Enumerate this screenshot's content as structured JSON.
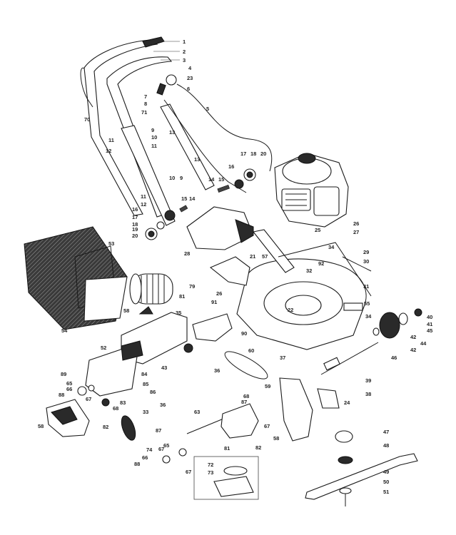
{
  "diagram": {
    "deck_text": "22",
    "warning_label_text": "",
    "callouts": [
      {
        "id": "c1",
        "text": "1"
      },
      {
        "id": "c2",
        "text": "2"
      },
      {
        "id": "c3",
        "text": "3"
      },
      {
        "id": "c4",
        "text": "4"
      },
      {
        "id": "c23",
        "text": "23"
      },
      {
        "id": "c6",
        "text": "6"
      },
      {
        "id": "c7",
        "text": "7"
      },
      {
        "id": "c8",
        "text": "8"
      },
      {
        "id": "c71",
        "text": "71"
      },
      {
        "id": "c5",
        "text": "5"
      },
      {
        "id": "c70",
        "text": "70"
      },
      {
        "id": "c9a",
        "text": "9"
      },
      {
        "id": "c10a",
        "text": "10"
      },
      {
        "id": "c11a",
        "text": "11"
      },
      {
        "id": "c11b",
        "text": "11"
      },
      {
        "id": "c12a",
        "text": "12"
      },
      {
        "id": "c13a",
        "text": "13"
      },
      {
        "id": "c13b",
        "text": "13"
      },
      {
        "id": "c17a",
        "text": "17"
      },
      {
        "id": "c18a",
        "text": "18"
      },
      {
        "id": "c20a",
        "text": "20"
      },
      {
        "id": "c16a",
        "text": "16"
      },
      {
        "id": "c14a",
        "text": "14"
      },
      {
        "id": "c15a",
        "text": "15"
      },
      {
        "id": "c10b",
        "text": "10"
      },
      {
        "id": "c9b",
        "text": "9"
      },
      {
        "id": "c11c",
        "text": "11"
      },
      {
        "id": "c12b",
        "text": "12"
      },
      {
        "id": "c15b",
        "text": "15"
      },
      {
        "id": "c14b",
        "text": "14"
      },
      {
        "id": "c16b",
        "text": "16"
      },
      {
        "id": "c17b",
        "text": "17"
      },
      {
        "id": "c18b",
        "text": "18"
      },
      {
        "id": "c19",
        "text": "19"
      },
      {
        "id": "c20b",
        "text": "20"
      },
      {
        "id": "c28",
        "text": "28"
      },
      {
        "id": "c25",
        "text": "25"
      },
      {
        "id": "c26a",
        "text": "26"
      },
      {
        "id": "c27",
        "text": "27"
      },
      {
        "id": "c34a",
        "text": "34"
      },
      {
        "id": "c29",
        "text": "29"
      },
      {
        "id": "c30",
        "text": "30"
      },
      {
        "id": "c31",
        "text": "31"
      },
      {
        "id": "c32",
        "text": "32"
      },
      {
        "id": "c21",
        "text": "21"
      },
      {
        "id": "c57",
        "text": "57"
      },
      {
        "id": "c92",
        "text": "92"
      },
      {
        "id": "c26b",
        "text": "26"
      },
      {
        "id": "c53",
        "text": "53"
      },
      {
        "id": "c54",
        "text": "54"
      },
      {
        "id": "c79",
        "text": "79"
      },
      {
        "id": "c58a",
        "text": "58"
      },
      {
        "id": "c81a",
        "text": "81"
      },
      {
        "id": "c91",
        "text": "91"
      },
      {
        "id": "c90",
        "text": "90"
      },
      {
        "id": "c35",
        "text": "35"
      },
      {
        "id": "c55",
        "text": "55"
      },
      {
        "id": "c34b",
        "text": "34"
      },
      {
        "id": "c40",
        "text": "40"
      },
      {
        "id": "c41",
        "text": "41"
      },
      {
        "id": "c45",
        "text": "45"
      },
      {
        "id": "c42a",
        "text": "42"
      },
      {
        "id": "c44",
        "text": "44"
      },
      {
        "id": "c42b",
        "text": "42"
      },
      {
        "id": "c46",
        "text": "46"
      },
      {
        "id": "c52",
        "text": "52"
      },
      {
        "id": "c60",
        "text": "60"
      },
      {
        "id": "c37",
        "text": "37"
      },
      {
        "id": "c43",
        "text": "43"
      },
      {
        "id": "c89",
        "text": "89"
      },
      {
        "id": "c84",
        "text": "84"
      },
      {
        "id": "c65",
        "text": "65"
      },
      {
        "id": "c85",
        "text": "85"
      },
      {
        "id": "c66a",
        "text": "66"
      },
      {
        "id": "c86",
        "text": "86"
      },
      {
        "id": "c88a",
        "text": "88"
      },
      {
        "id": "c36a",
        "text": "36"
      },
      {
        "id": "c39",
        "text": "39"
      },
      {
        "id": "c59",
        "text": "59"
      },
      {
        "id": "c38",
        "text": "38"
      },
      {
        "id": "c67a",
        "text": "67"
      },
      {
        "id": "c68a",
        "text": "68"
      },
      {
        "id": "c83",
        "text": "83"
      },
      {
        "id": "c33",
        "text": "33"
      },
      {
        "id": "c36b",
        "text": "36"
      },
      {
        "id": "c24",
        "text": "24"
      },
      {
        "id": "c68b",
        "text": "68"
      },
      {
        "id": "c87a",
        "text": "87"
      },
      {
        "id": "c63",
        "text": "63"
      },
      {
        "id": "c67b",
        "text": "67"
      },
      {
        "id": "c58b",
        "text": "58"
      },
      {
        "id": "c82a",
        "text": "82"
      },
      {
        "id": "c87b",
        "text": "87"
      },
      {
        "id": "c82b",
        "text": "82"
      },
      {
        "id": "c58c",
        "text": "58"
      },
      {
        "id": "c47",
        "text": "47"
      },
      {
        "id": "c74",
        "text": "74"
      },
      {
        "id": "c65b",
        "text": "65"
      },
      {
        "id": "c67c",
        "text": "67"
      },
      {
        "id": "c66b",
        "text": "66"
      },
      {
        "id": "c88b",
        "text": "88"
      },
      {
        "id": "c81b",
        "text": "81"
      },
      {
        "id": "c48",
        "text": "48"
      },
      {
        "id": "c72",
        "text": "72"
      },
      {
        "id": "c73",
        "text": "73"
      },
      {
        "id": "c49",
        "text": "49"
      },
      {
        "id": "c67d",
        "text": "67"
      },
      {
        "id": "c50",
        "text": "50"
      },
      {
        "id": "c51",
        "text": "51"
      }
    ]
  }
}
